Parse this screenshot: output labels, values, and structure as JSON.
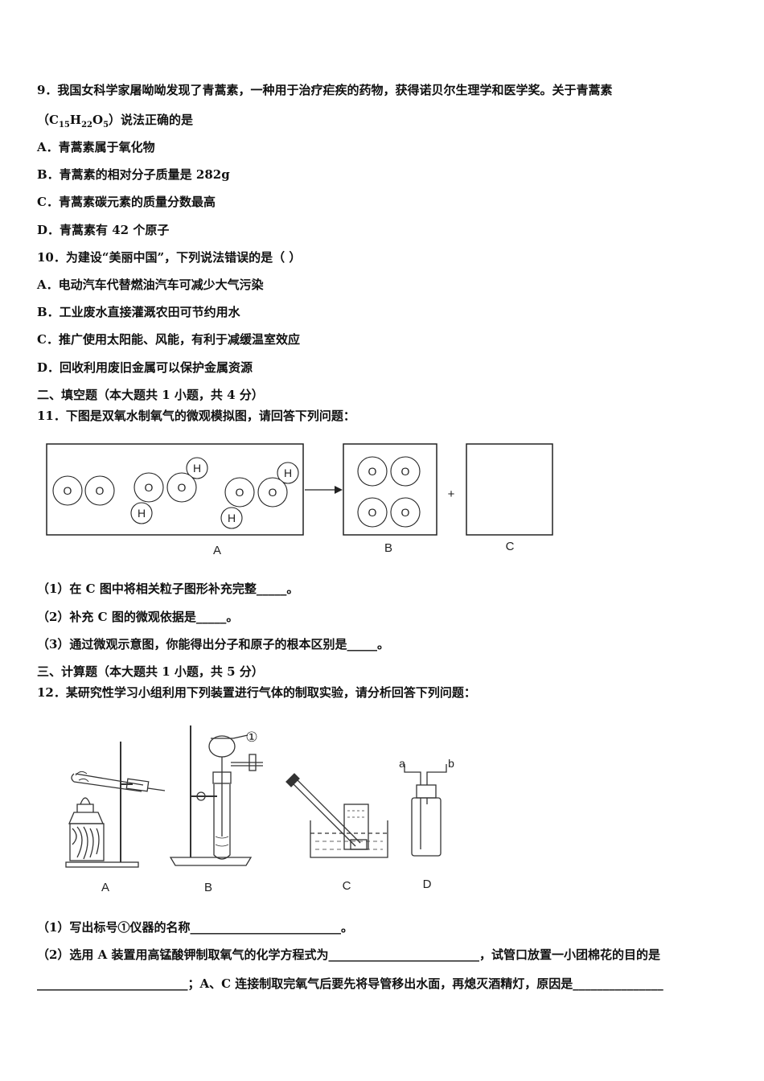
{
  "q9": {
    "stem_line1": "9．我国女科学家屠呦呦发现了青蒿素，一种用于治疗疟疾的药物，获得诺贝尔生理学和医学奖。关于青蒿素",
    "formula_open": "（C",
    "c_sub": "15",
    "h": "H",
    "h_sub": "22",
    "o": "O",
    "o_sub": "5",
    "formula_close": "）说法正确的是",
    "options": [
      "A．青蒿素属于氧化物",
      "B．青蒿素的相对分子质量是 282g",
      "C．青蒿素碳元素的质量分数最高",
      "D．青蒿素有 42 个原子"
    ]
  },
  "q10": {
    "stem": "10．为建设“美丽中国”，下列说法错误的是（   ）",
    "options": [
      "A．电动汽车代替燃油汽车可减少大气污染",
      "B．工业废水直接灌溉农田可节约用水",
      "C．推广使用太阳能、风能，有利于减缓温室效应",
      "D．回收利用废旧金属可以保护金属资源"
    ]
  },
  "section2": "二、填空题（本大题共 1 小题，共 4 分）",
  "q11": {
    "stem": "11．下图是双氧水制氧气的微观模拟图，请回答下列问题：",
    "atom_o": "O",
    "atom_h": "H",
    "plus": "+",
    "box_labels": [
      "A",
      "B",
      "C"
    ],
    "subs": [
      "（1）在 C 图中将相关粒子图形补充完整_____。",
      "（2）补充 C 图的微观依据是_____。",
      "（3）通过微观示意图，你能得出分子和原子的根本区别是_____。"
    ]
  },
  "section3": "三、计算题（本大题共 1 小题，共 5 分）",
  "q12": {
    "stem": "12．某研究性学习小组利用下列装置进行气体的制取实验，请分析回答下列问题：",
    "marker": "①",
    "port_a": "a",
    "port_b": "b",
    "apparatus_labels": [
      "A",
      "B",
      "C",
      "D"
    ],
    "sub1": "（1）写出标号①仪器的名称_________________________。",
    "sub2": "（2）选用 A 装置用高锰酸钾制取氧气的化学方程式为_________________________，试管口放置一小团棉花的目的是",
    "sub3": "_________________________；A、C 连接制取完氧气后要先将导管移出水面，再熄灭酒精灯，原因是_______________"
  }
}
